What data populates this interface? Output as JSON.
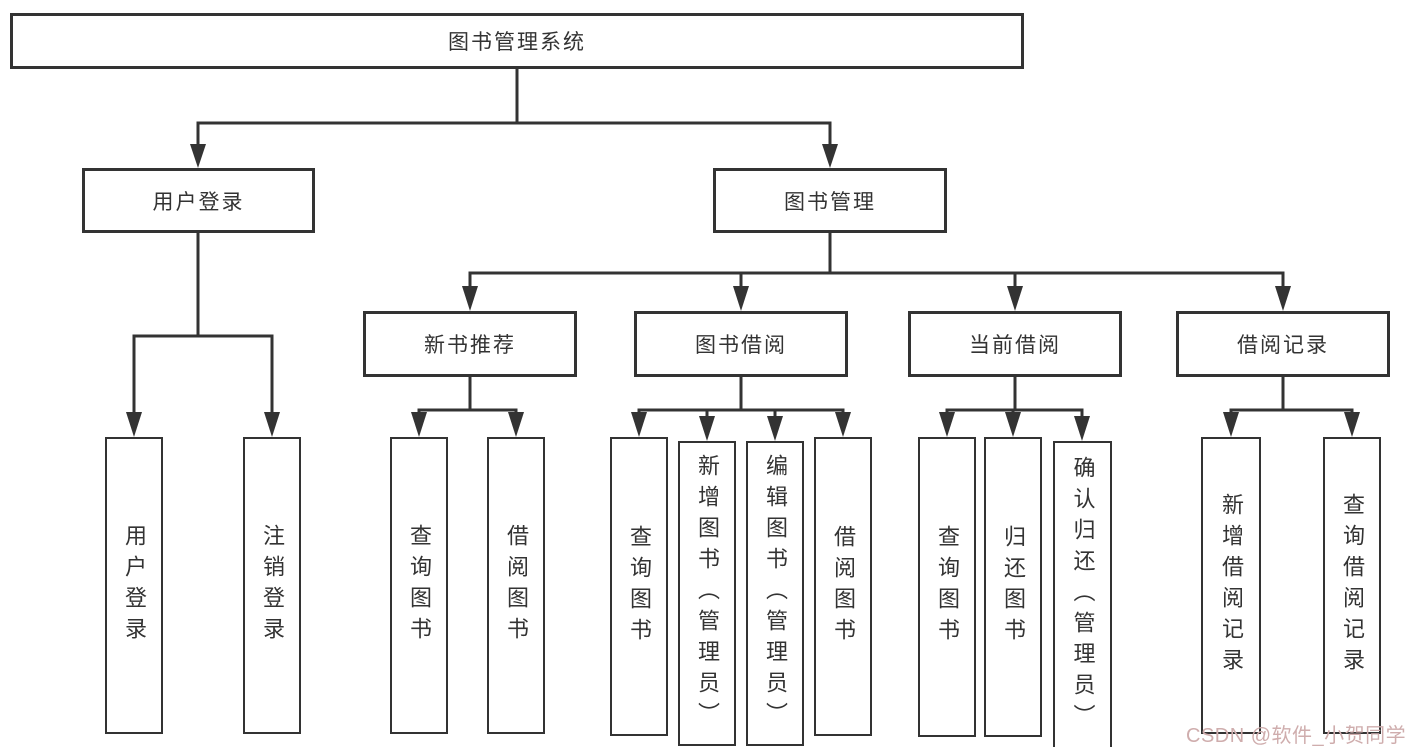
{
  "diagram": {
    "root": {
      "label": "图书管理系统"
    },
    "user_login": {
      "label": "用户登录",
      "children": {
        "login": "用户登录",
        "logout": "注销登录"
      }
    },
    "book_mgmt": {
      "label": "图书管理",
      "sections": {
        "new_books": {
          "label": "新书推荐",
          "children": {
            "query": "查询图书",
            "borrow": "借阅图书"
          }
        },
        "book_borrow": {
          "label": "图书借阅",
          "children": {
            "query": "查询图书",
            "add": "新增图书（管理员）",
            "edit": "编辑图书（管理员）",
            "borrow": "借阅图书"
          }
        },
        "current_borrow": {
          "label": "当前借阅",
          "children": {
            "query": "查询图书",
            "return": "归还图书",
            "confirm": "确认归还（管理员）"
          }
        },
        "borrow_records": {
          "label": "借阅记录",
          "children": {
            "add": "新增借阅记录",
            "query": "查询借阅记录"
          }
        }
      }
    },
    "colors": {
      "line": "#333333",
      "box_fill": "#ffffff",
      "text": "#333333",
      "watermark": "#cfadad",
      "background": "#ffffff"
    },
    "watermark": {
      "text": "CSDN @软件_小贺同学"
    }
  }
}
